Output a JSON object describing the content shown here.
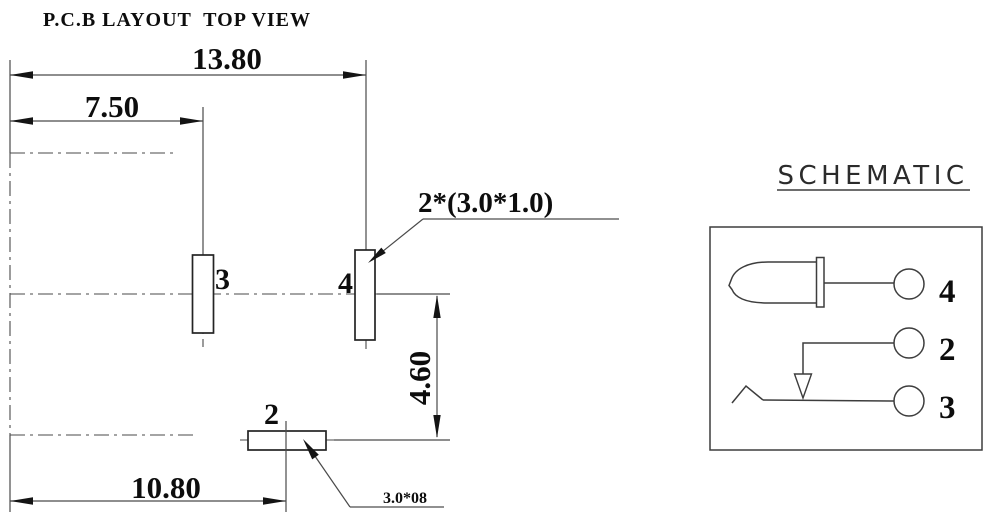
{
  "pcb_layout": {
    "title": "P.C.B LAYOUT  TOP VIEW",
    "dimensions": {
      "overall_width": "13.80",
      "pad3_offset": "7.50",
      "pad_row_spacing": "4.60",
      "pad2_offset": "10.80"
    },
    "pad_labels": {
      "pad3": "3",
      "pad4": "4",
      "pad2": "2"
    },
    "annotations": {
      "pads_3_4_size": "2*(3.0*1.0)",
      "pad2_size": "3.0*08"
    }
  },
  "schematic": {
    "title": "SCHEMATIC",
    "pin_labels": {
      "pin4": "4",
      "pin2": "2",
      "pin3": "3"
    }
  },
  "colors": {
    "background": "#ffffff",
    "line": "#4a4a4a",
    "text": "#0d0d0d"
  }
}
